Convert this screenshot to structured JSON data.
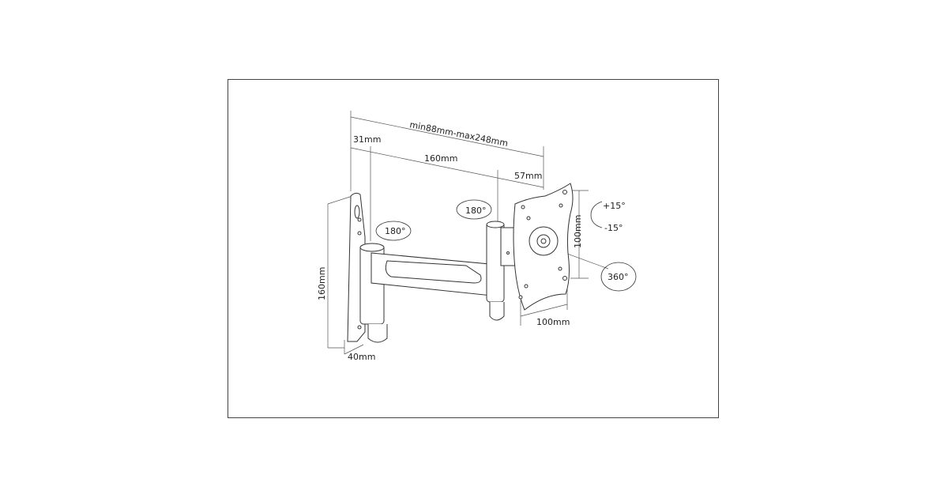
{
  "labels": {
    "overall_range": "min88mm-max248mm",
    "wall_offset": "31mm",
    "arm_length": "160mm",
    "head_offset": "57mm",
    "wall_height": "160mm",
    "wall_width": "40mm",
    "vesa_vertical": "100mm",
    "vesa_horizontal": "100mm",
    "swivel_wall": "180°",
    "swivel_head": "180°",
    "tilt_up": "+15°",
    "tilt_down": "-15°",
    "rotation": "360°"
  },
  "colors": {
    "line": "#333333",
    "frame": "#444444"
  }
}
